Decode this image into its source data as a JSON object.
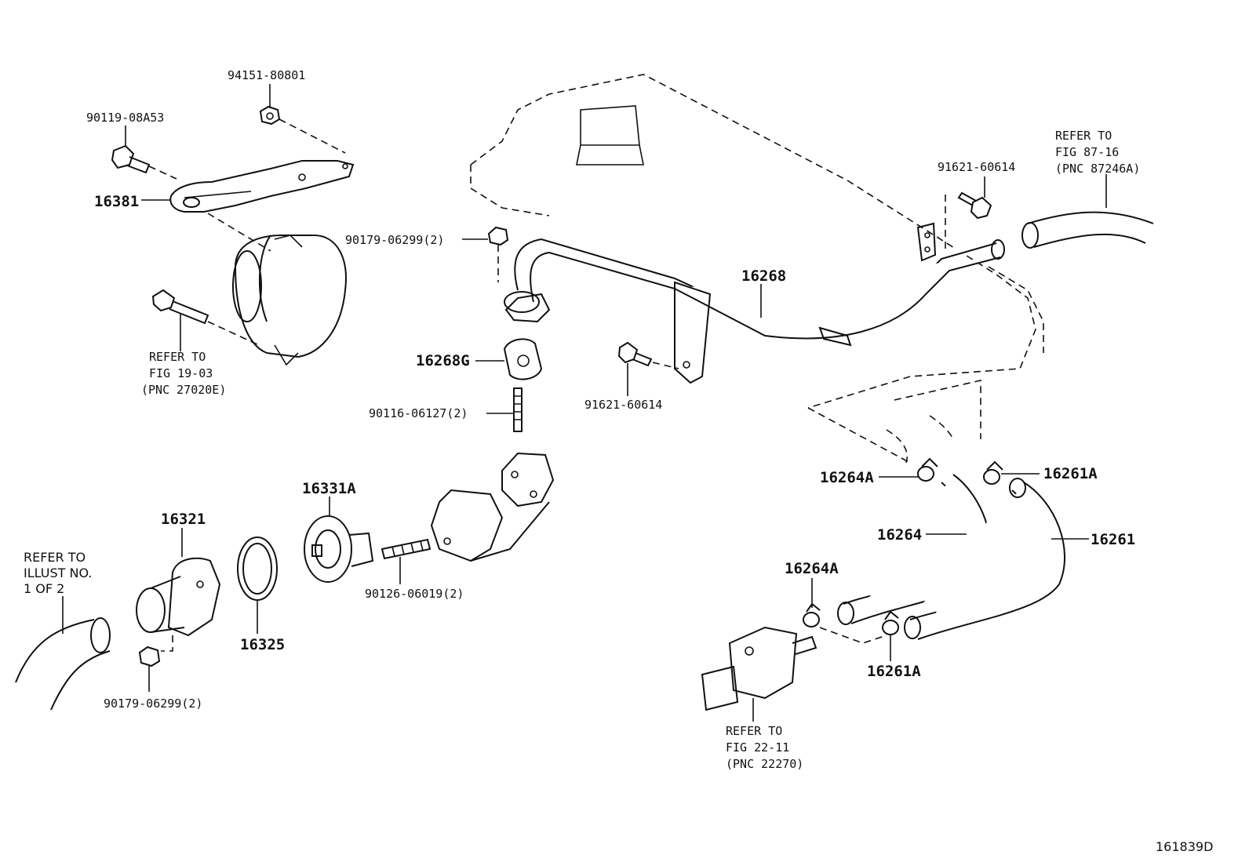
{
  "labels": {
    "p94151": "94151-80801",
    "p90119": "90119-08A53",
    "p16381": "16381",
    "ref1903_a": "REFER TO",
    "ref1903_b": "FIG 19-03",
    "ref1903_c": "(PNC 27020E)",
    "p90179_top": "90179-06299(2)",
    "p16268": "16268",
    "p16268G": "16268G",
    "p90116": "90116-06127(2)",
    "p91621_top": "91621-60614",
    "p91621_mid": "91621-60614",
    "ref8716_a": "REFER TO",
    "ref8716_b": "FIG 87-16",
    "ref8716_c": "(PNC 87246A)",
    "p16264A_top": "16264A",
    "p16261A_top": "16261A",
    "p16264": "16264",
    "p16261": "16261",
    "p16264A_low": "16264A",
    "p16261A_low": "16261A",
    "ref2211_a": "REFER TO",
    "ref2211_b": "FIG 22-11",
    "ref2211_c": "(PNC 22270)",
    "p16331A": "16331A",
    "p16321": "16321",
    "p16325": "16325",
    "p90126": "90126-06019(2)",
    "p90179_low": "90179-06299(2)",
    "refillus_a": "REFER TO",
    "refillus_b": "ILLUST NO.",
    "refillus_c": "1 OF 2",
    "fig_id": "161839D"
  }
}
